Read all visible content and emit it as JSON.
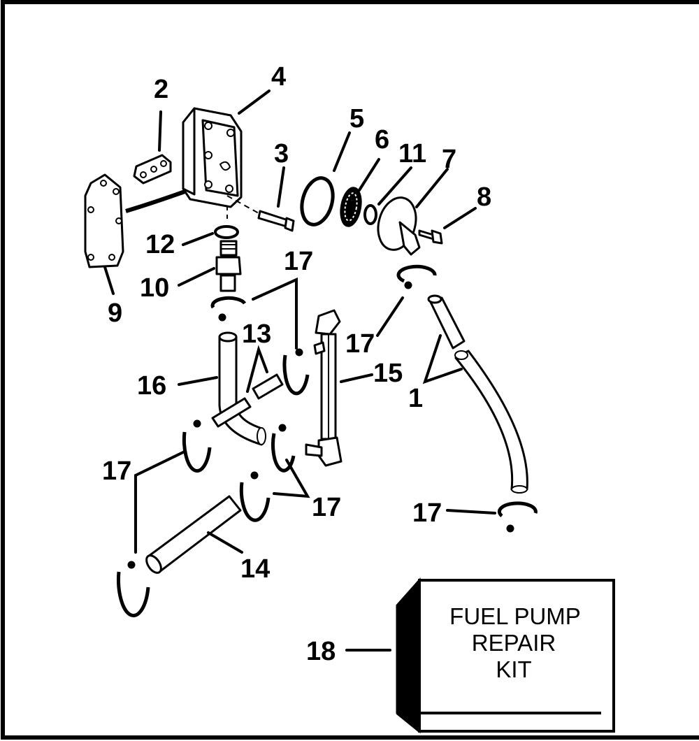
{
  "diagram": {
    "callouts": {
      "c1": "1",
      "c2": "2",
      "c3": "3",
      "c4": "4",
      "c5": "5",
      "c6": "6",
      "c7": "7",
      "c8": "8",
      "c9": "9",
      "c10": "10",
      "c11": "11",
      "c12": "12",
      "c13": "13",
      "c14": "14",
      "c15": "15",
      "c16": "16",
      "c17": "17",
      "c18": "18"
    },
    "kit": {
      "line1": "FUEL PUMP",
      "line2": "REPAIR",
      "line3": "KIT"
    }
  }
}
